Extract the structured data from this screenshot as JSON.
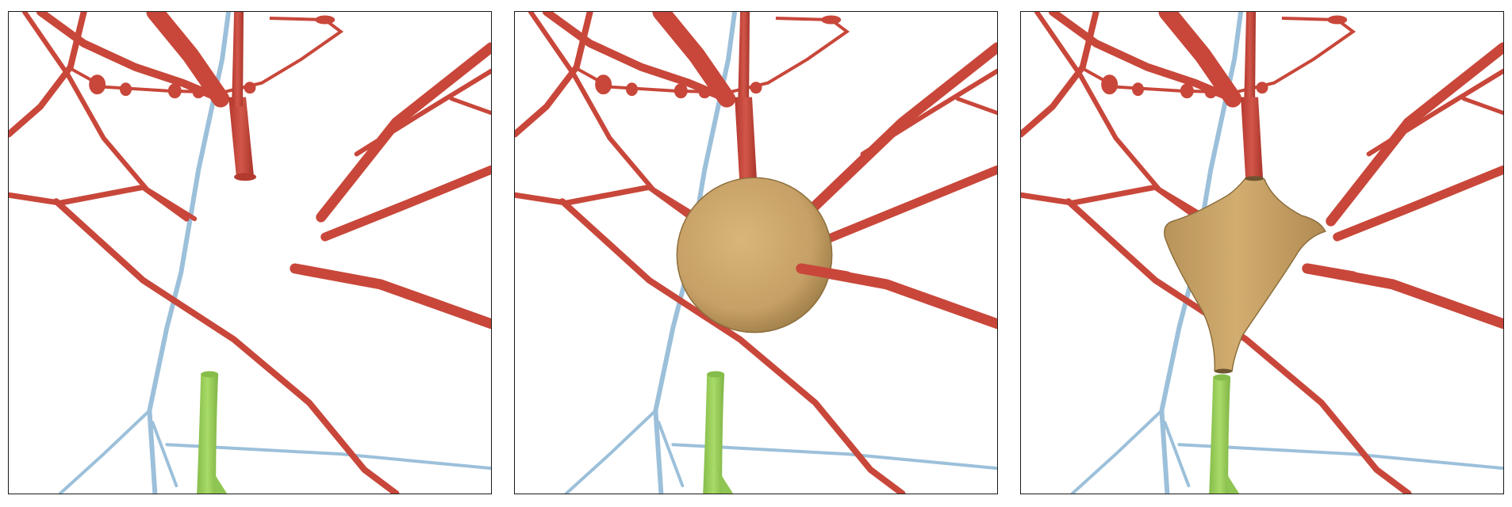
{
  "figure": {
    "panels": [
      {
        "id": "panel-1",
        "soma": "none"
      },
      {
        "id": "panel-2",
        "soma": "sphere"
      },
      {
        "id": "panel-3",
        "soma": "reconstructed"
      }
    ]
  },
  "colors": {
    "dendrite": "#c8473a",
    "dendrite_shade": "#a9372c",
    "axon": "#9cc0da",
    "axon_shade": "#82a9c6",
    "green_process": "#9fd35e",
    "green_shade": "#7fb445",
    "soma": "#c8a46a",
    "soma_shade": "#a9864f",
    "border": "#1a1a1a",
    "background": "#ffffff"
  }
}
